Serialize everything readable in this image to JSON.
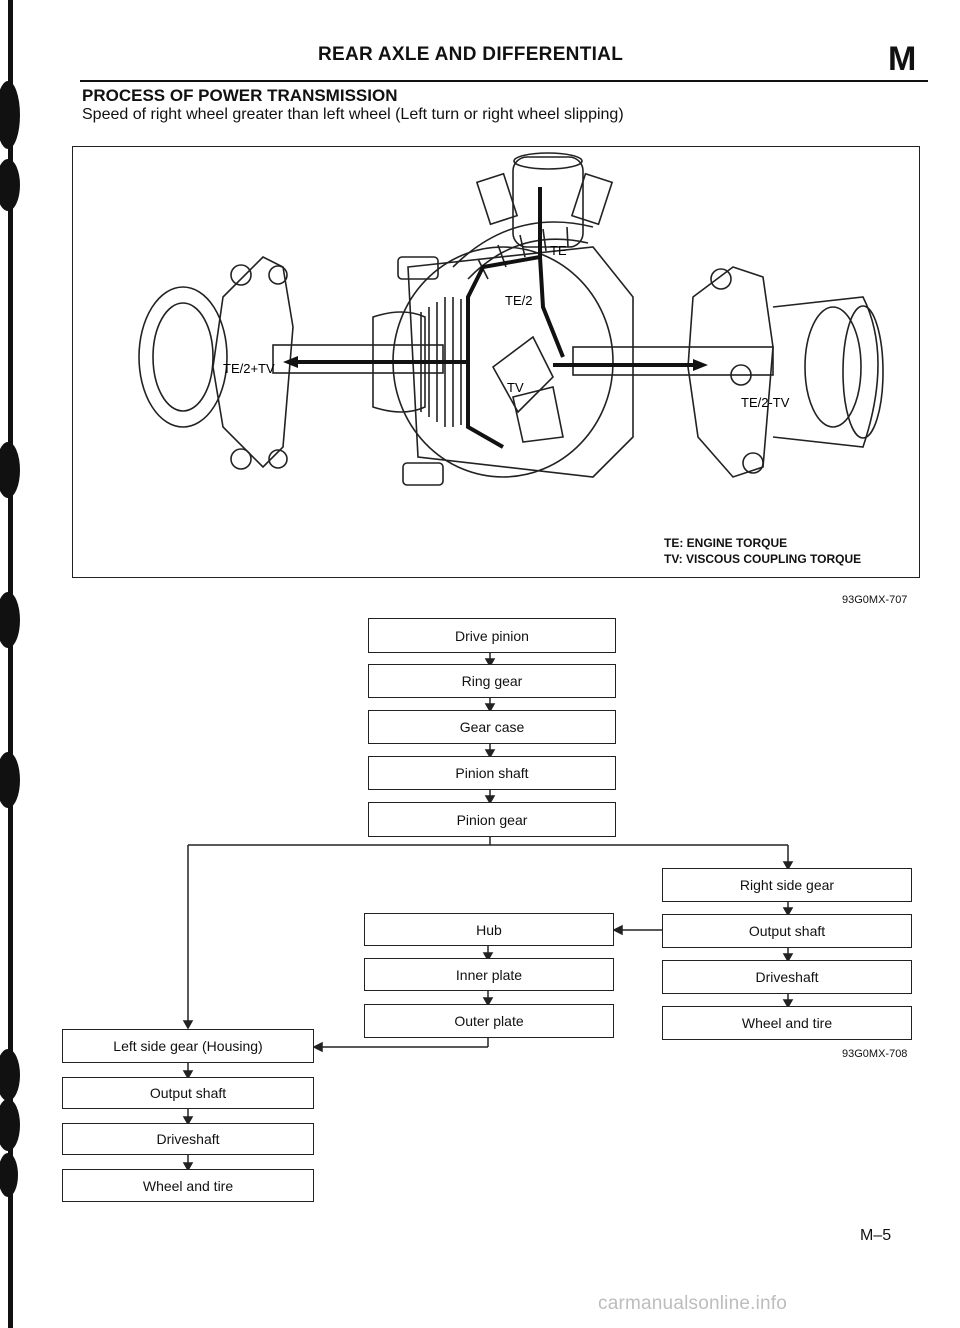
{
  "header": {
    "title": "REAR AXLE AND DIFFERENTIAL",
    "section_letter": "M"
  },
  "section": {
    "title": "PROCESS OF POWER TRANSMISSION",
    "subtitle": "Speed of right wheel greater than left wheel (Left turn or right wheel slipping)"
  },
  "figure": {
    "labels": {
      "te": "TE",
      "te_half": "TE/2",
      "tv": "TV",
      "left_torque": "TE/2+TV",
      "right_torque": "TE/2-TV"
    },
    "legend": [
      "TE: ENGINE TORQUE",
      "TV: VISCOUS COUPLING TORQUE"
    ],
    "code": "93G0MX-707"
  },
  "flow": {
    "main": [
      "Drive pinion",
      "Ring gear",
      "Gear case",
      "Pinion shaft",
      "Pinion gear"
    ],
    "right": [
      "Right side gear",
      "Output shaft",
      "Driveshaft",
      "Wheel and tire"
    ],
    "middle": [
      "Hub",
      "Inner plate",
      "Outer plate"
    ],
    "left": [
      "Left side gear (Housing)",
      "Output shaft",
      "Driveshaft",
      "Wheel and tire"
    ],
    "code": "93G0MX-708"
  },
  "page_number": "M–5",
  "watermark": "carmanualsonline.info"
}
